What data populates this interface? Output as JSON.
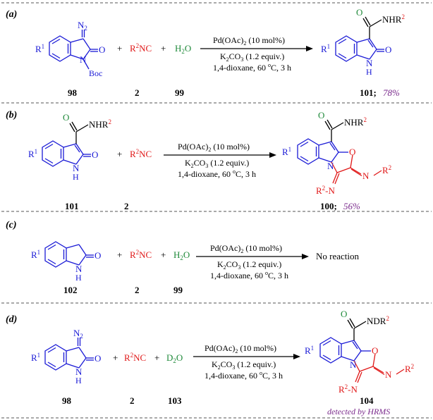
{
  "colors": {
    "substrate": "#1a1ad6",
    "isocyanide": "#e01818",
    "water": "#1f8a3a",
    "yield": "#7a2a8c",
    "text": "#000000"
  },
  "panels": [
    {
      "tag": "(a)",
      "conditions": [
        "Pd(OAc)",
        "2",
        " (10 mol%)",
        "K",
        "2",
        "CO",
        "3",
        " (1.2 equiv.)",
        "1,4-dioxane, 60 ",
        "o",
        "C, 3 h"
      ],
      "labels": [
        "98",
        "2",
        "99",
        "101;",
        "78%"
      ]
    },
    {
      "tag": "(b)",
      "labels": [
        "101",
        "2",
        "100;",
        "56%"
      ]
    },
    {
      "tag": "(c)",
      "result": "No reaction",
      "labels": [
        "102",
        "2",
        "99"
      ]
    },
    {
      "tag": "(d)",
      "labels": [
        "98",
        "2",
        "103",
        "104"
      ],
      "note": "detected by HRMS"
    }
  ],
  "atoms": {
    "N2": "N",
    "sub2": "2",
    "O": "O",
    "N": "N",
    "Boc": "Boc",
    "R1": "R",
    "one": "1",
    "R2NC": "R",
    "two": "2",
    "NC": "NC",
    "H2O_H": "H",
    "H2O_O": "O",
    "D2O_D": "D",
    "NHR2": "NHR",
    "NDR2": "NDR",
    "H": "H",
    "plus": "+"
  }
}
